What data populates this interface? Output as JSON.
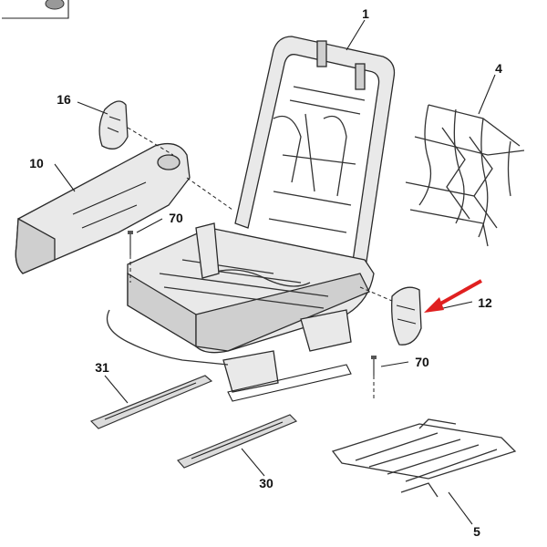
{
  "parts": [
    {
      "id": "part-1",
      "label": "1"
    },
    {
      "id": "part-4",
      "label": "4"
    },
    {
      "id": "part-16",
      "label": "16"
    },
    {
      "id": "part-10",
      "label": "10"
    },
    {
      "id": "part-70a",
      "label": "70"
    },
    {
      "id": "part-12",
      "label": "12"
    },
    {
      "id": "part-70b",
      "label": "70"
    },
    {
      "id": "part-31",
      "label": "31"
    },
    {
      "id": "part-30",
      "label": "30"
    },
    {
      "id": "part-5",
      "label": "5"
    }
  ],
  "colors": {
    "highlight_arrow": "#e02020",
    "line": "#222222",
    "part_fill": "#e6e6e6"
  }
}
